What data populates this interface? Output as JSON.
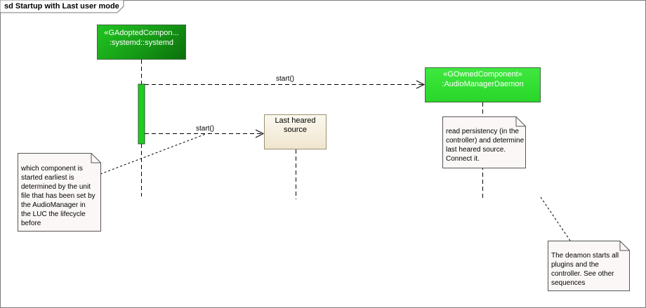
{
  "diagram": {
    "frame_title": "sd Startup with Last user mode",
    "lifelines": {
      "systemd": {
        "stereotype": "«GAdoptedCompon...",
        "name": ":systemd::systemd"
      },
      "daemon": {
        "stereotype": "«GOwnedComponent»",
        "name": ":AudioManagerDaemon"
      },
      "last_heared": {
        "name": "Last heared source"
      }
    },
    "messages": [
      {
        "label": "start()"
      },
      {
        "label": "start()"
      }
    ],
    "notes": {
      "component_note": "which component is started earliest is determined by the unit file that has been set by the AudioManager in the LUC the lifecycle before",
      "persistency_note": "read persistency (in the controller) and determine last heared source. Connect it.",
      "plugins_note": "The deamon starts all plugins and the controller. See other sequences"
    },
    "colors": {
      "adopted_component": "#169a16",
      "owned_component": "#33e033",
      "note_fill": "#fbf7f7",
      "frame_border": "#7a7a7a"
    }
  }
}
